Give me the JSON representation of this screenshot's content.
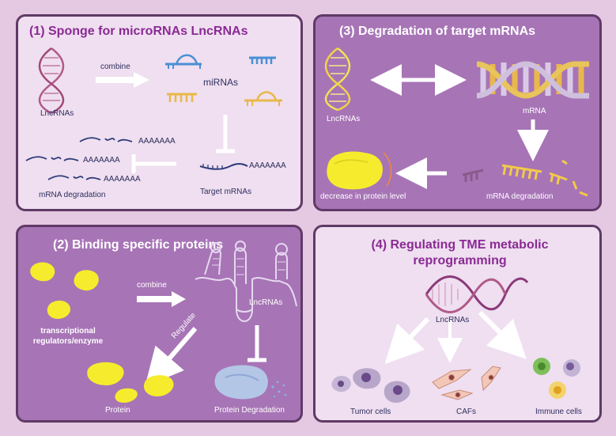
{
  "panels": {
    "sponge": {
      "title": "(1) Sponge for microRNAs LncRNAs",
      "lncrnas_label": "LncRNAs",
      "combine_label": "combine",
      "mirnas_label": "miRNAs",
      "polyA_1": "AAAAAAA",
      "polyA_2": "AAAAAAA",
      "polyA_3": "AAAAAAA",
      "polyA_target": "AAAAAAA",
      "mrna_degradation_label": "mRNA degradation",
      "target_mrnas_label": "Target mRNAs"
    },
    "degradation": {
      "title": "(3) Degradation of target mRNAs",
      "lncrnas_label": "LncRNAs",
      "mrna_label": "mRNA",
      "mrna_degradation_label": "mRNA degradation",
      "protein_level_label": "decrease in protein level"
    },
    "binding": {
      "title": "(2) Binding specific proteins",
      "combine_label": "combine",
      "lncrnas_label": "LncRNAs",
      "regulators_label_line1": "transcriptional",
      "regulators_label_line2": "regulators/enzyme",
      "regulate_label": "Regulate",
      "protein_label": "Protein",
      "protein_degradation_label": "Protein Degradation"
    },
    "tme": {
      "title_line1": "(4) Regulating TME metabolic",
      "title_line2": "reprogramming",
      "lncrnas_label": "LncRNAs",
      "tumor_cells_label": "Tumor cells",
      "cafs_label": "CAFs",
      "immune_cells_label": "Immune cells"
    }
  },
  "colors": {
    "panel_border": "#5f3a66",
    "light_panel_bg": "#efdff0",
    "dark_panel_bg": "#a774b6",
    "title_purple": "#8a2a94",
    "rna_navy": "#2f3c7a",
    "mirna_blue": "#4a8fd4",
    "mirna_gold": "#e8b84a",
    "helix_yellow": "#f2e15a",
    "protein_yellow": "#f6ec2d",
    "arrow_white": "#ffffff"
  },
  "icons": [
    "lncrna-helix-icon",
    "mirna-icon",
    "mrna-strand-icon",
    "dna-double-helix-icon",
    "protein-blob-icon",
    "tumor-cell-icon",
    "caf-cell-icon",
    "immune-cell-icon"
  ]
}
